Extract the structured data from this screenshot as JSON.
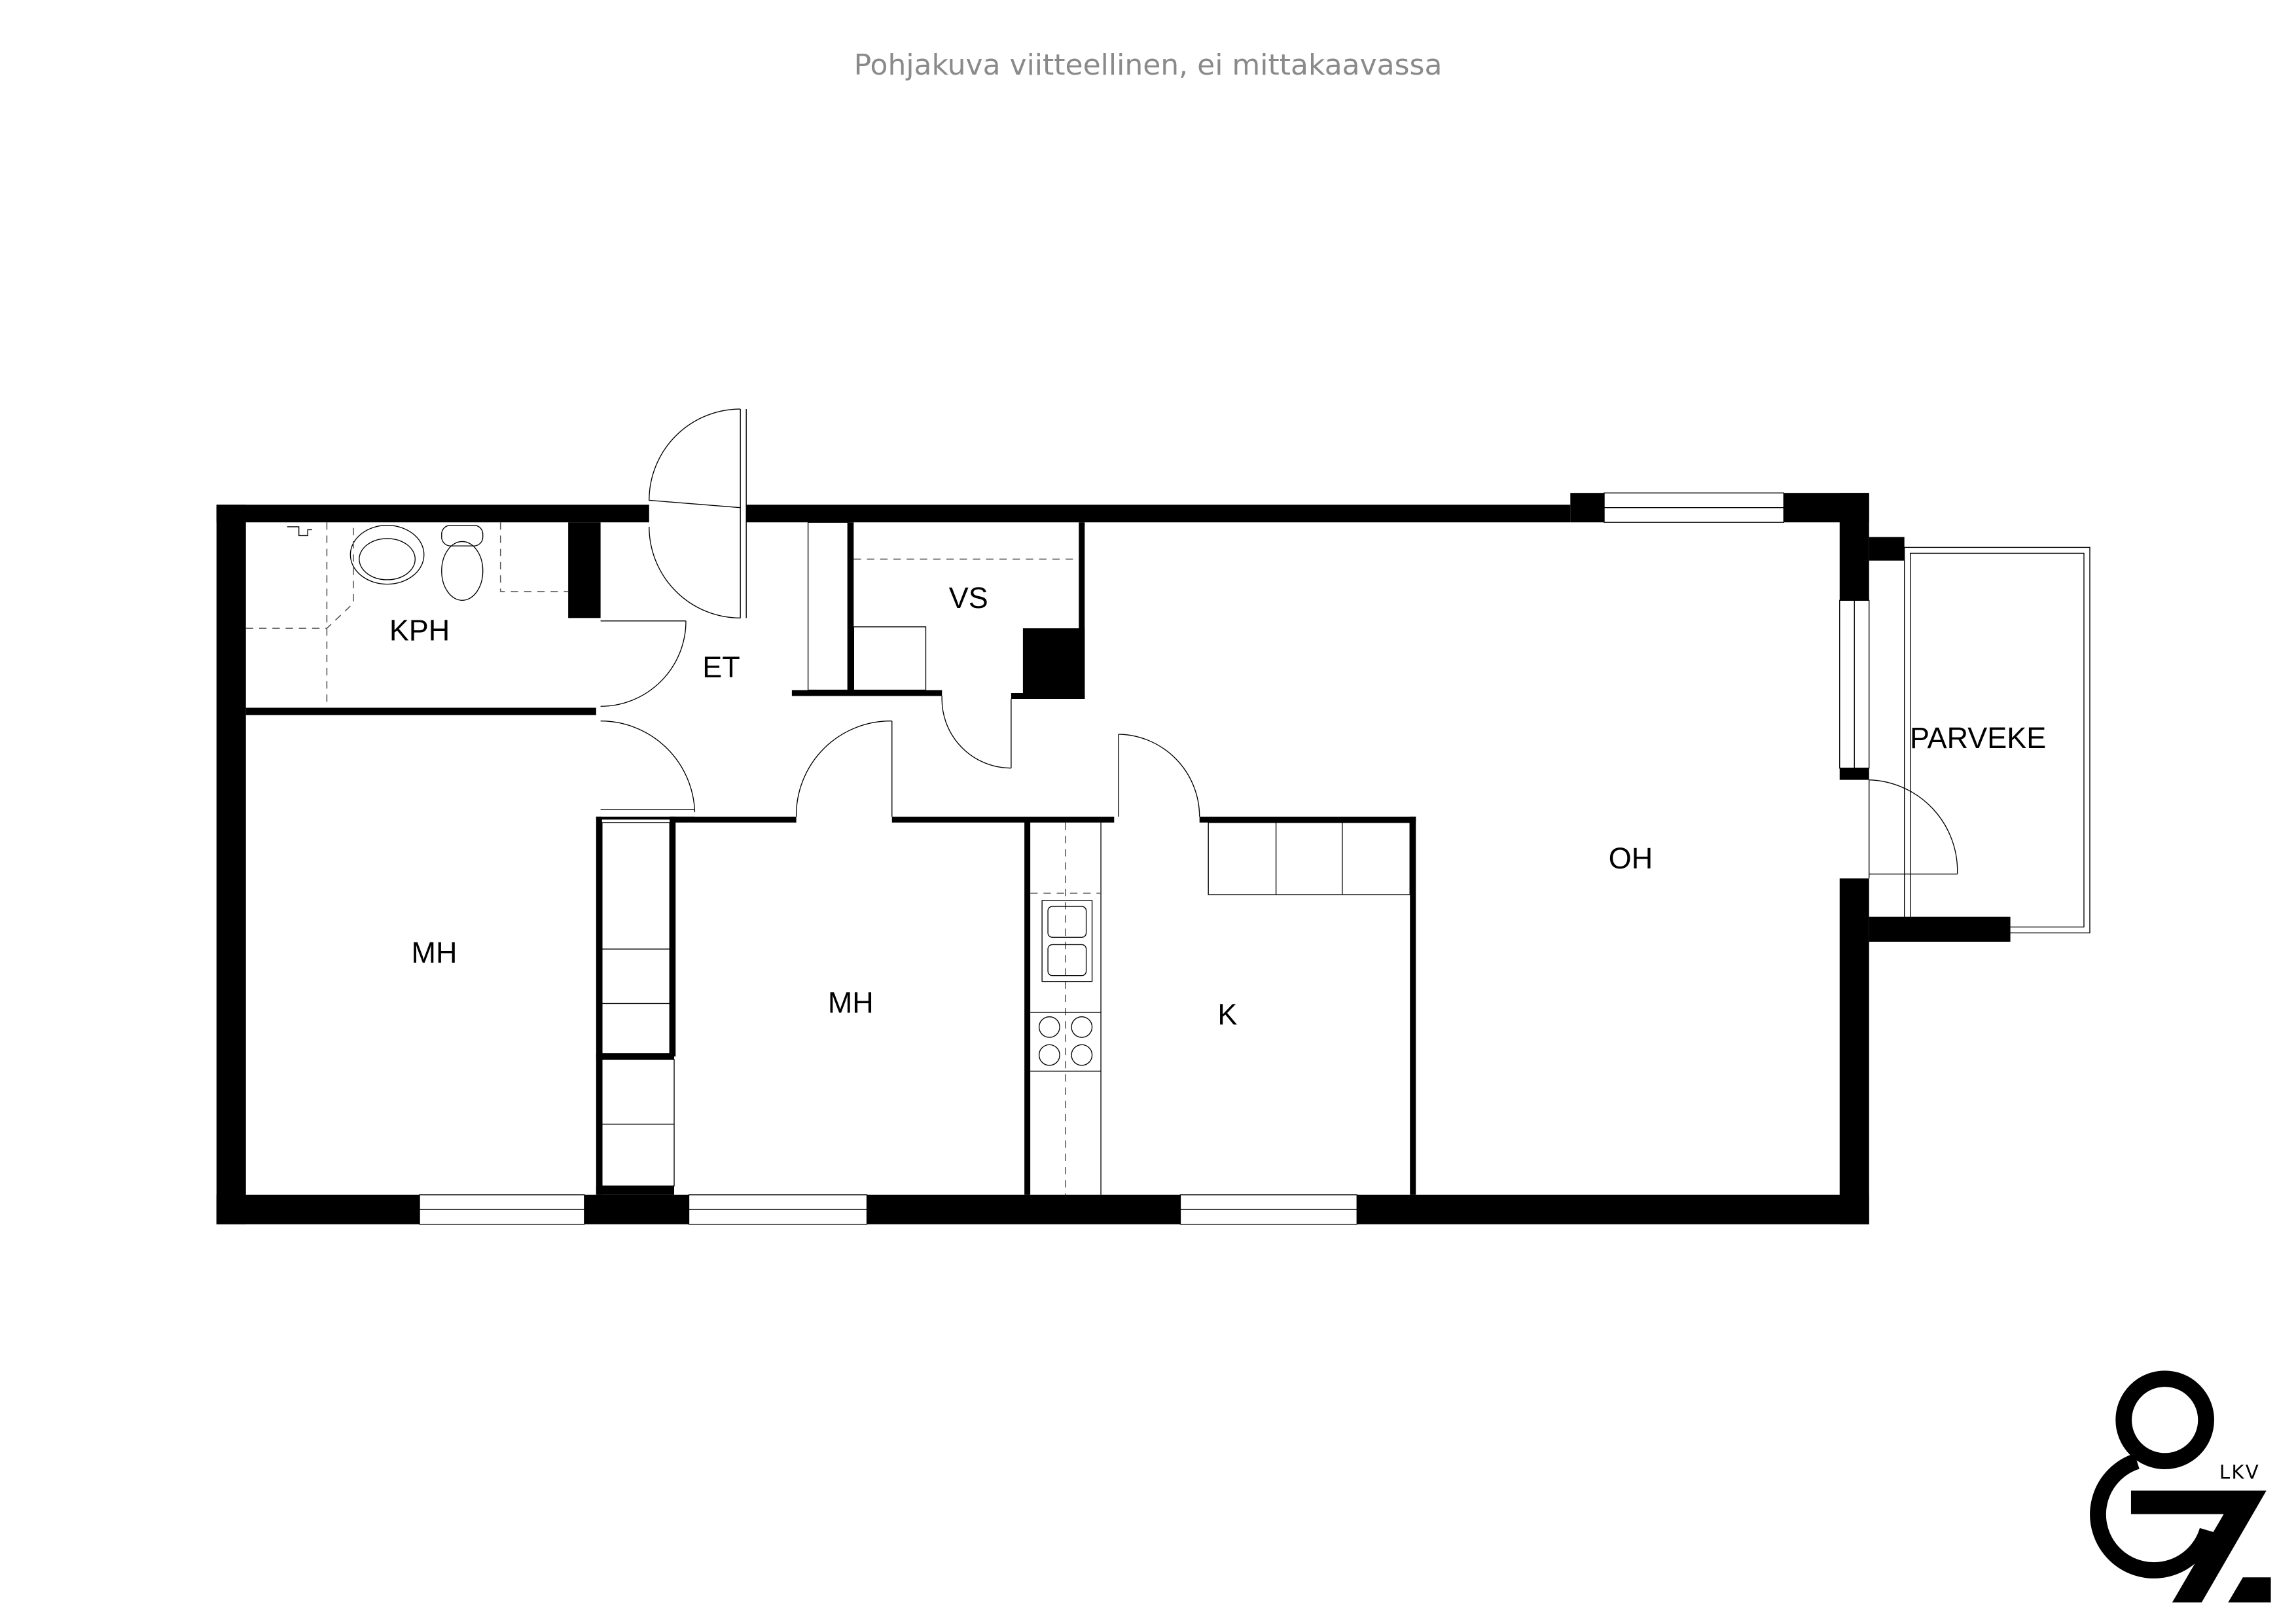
{
  "caption": "Pohjakuva viitteellinen, ei mittakaavassa",
  "rooms": {
    "bathroom": "KPH",
    "entrance": "ET",
    "storage": "VS",
    "bedroom_1": "MH",
    "bedroom_2": "MH",
    "kitchen": "K",
    "living_room": "OH",
    "balcony": "PARVEKE"
  },
  "logo": {
    "mark": "87",
    "suffix": "LKV"
  }
}
